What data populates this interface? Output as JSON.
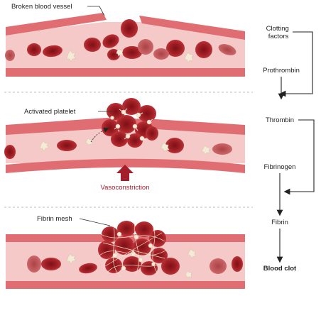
{
  "panels": {
    "top": {
      "label": "Broken blood vessel"
    },
    "middle": {
      "label": "Activated platelet",
      "arrow_label": "Vasoconstriction"
    },
    "bottom": {
      "label": "Fibrin mesh"
    }
  },
  "cascade": {
    "steps": [
      "Clotting factors",
      "Prothrombin",
      "Thrombin",
      "Fibrinogen",
      "Fibrin",
      "Blood clot"
    ]
  },
  "colors": {
    "vessel_wall": "#e06d72",
    "vessel_lumen": "#f4c9c8",
    "red_cell": "#9e1f24",
    "red_cell_light": "#c65252",
    "platelet": "#f4ead8",
    "arrow_accent": "#a31d2b",
    "arrow_dark": "#222222",
    "divider": "#bdbdbd"
  }
}
